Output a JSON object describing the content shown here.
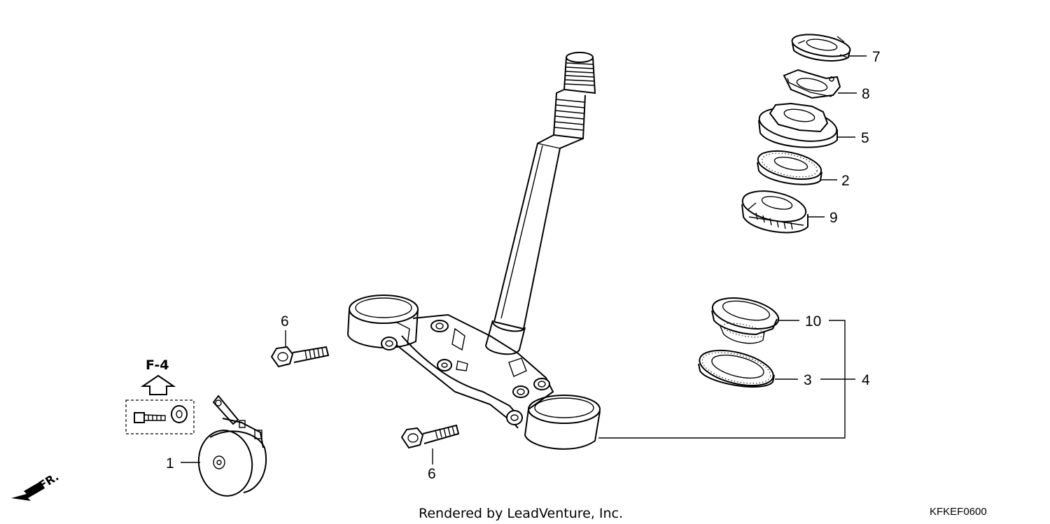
{
  "diagram": {
    "callouts": {
      "part_1": "1",
      "part_2": "2",
      "part_3": "3",
      "part_4": "4",
      "part_5": "5",
      "part_6_upper": "6",
      "part_6_lower": "6",
      "part_7": "7",
      "part_8": "8",
      "part_9": "9",
      "part_10": "10"
    },
    "reference_label": "F-4",
    "direction_label": "FR.",
    "watermark": "Rendered by LeadVenture, Inc.",
    "diagram_code": "KFKEF0600"
  }
}
